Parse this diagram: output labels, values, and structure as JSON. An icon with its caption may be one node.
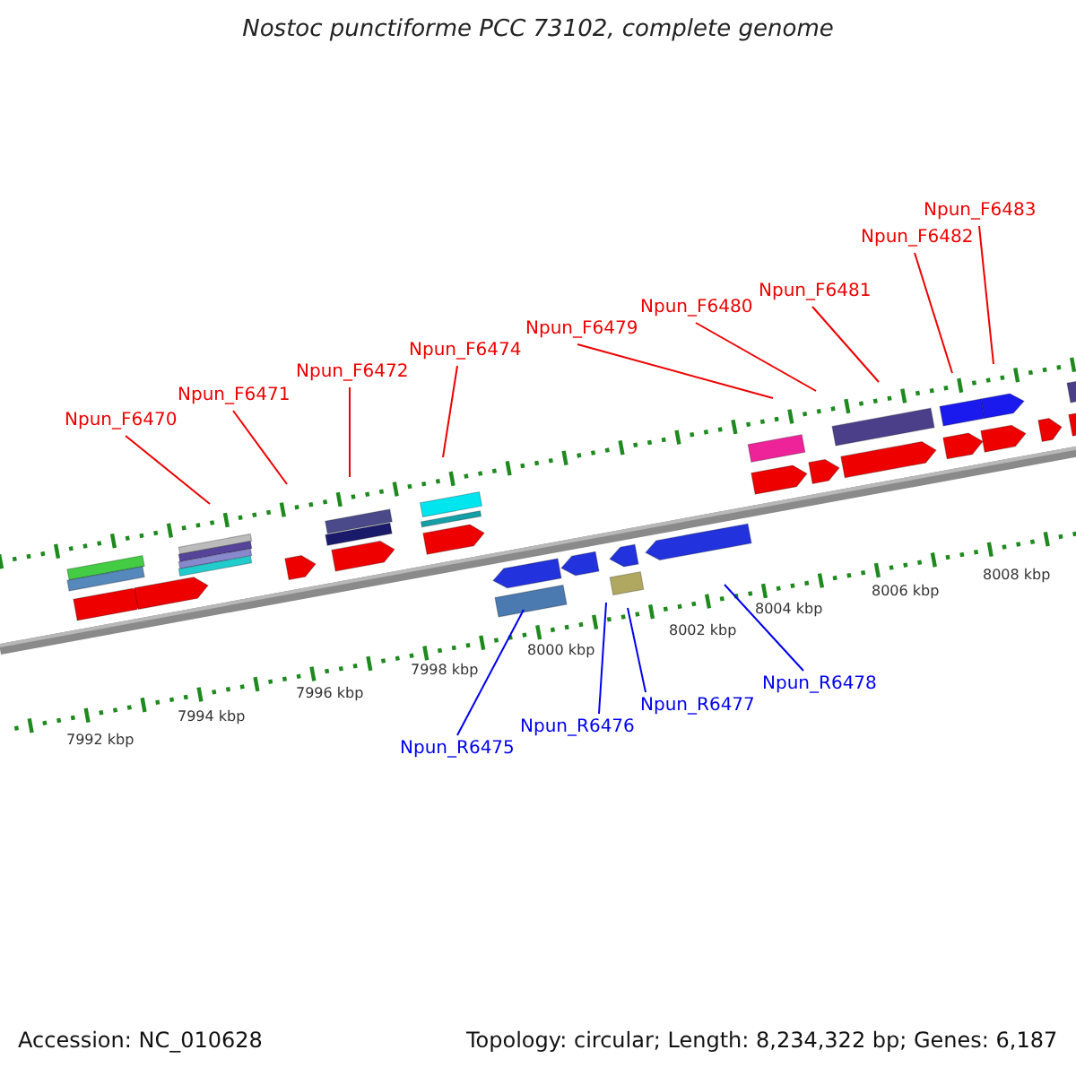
{
  "diagram": {
    "title": "Nostoc punctiforme PCC 73102, complete genome",
    "nodes": [
      {
        "text": [
          "Npun_F6470"
        ]
      },
      {
        "text": [
          "Npun_F6471"
        ]
      },
      {
        "text": [
          "Npun_F6472"
        ]
      },
      {
        "text": [
          "Npun_F6474"
        ]
      },
      {
        "text": [
          "Npun_F6479"
        ]
      },
      {
        "text": [
          "Npun_F6480"
        ]
      },
      {
        "text": [
          "Npun_F6481"
        ]
      },
      {
        "text": [
          "Npun_F6482"
        ]
      },
      {
        "text": [
          "Npun_F6483"
        ]
      },
      {
        "text": [
          "Npun_R6475"
        ]
      },
      {
        "text": [
          "Npun_R6476"
        ]
      },
      {
        "text": [
          "Npun_R6477"
        ]
      },
      {
        "text": [
          "Npun_R6478"
        ]
      }
    ],
    "edges": [
      {
        "from": 0,
        "to": null,
        "arrow": "none"
      },
      {
        "from": 1,
        "to": null,
        "arrow": "none"
      },
      {
        "from": 2,
        "to": null,
        "arrow": "none"
      },
      {
        "from": 3,
        "to": null,
        "arrow": "none"
      },
      {
        "from": 4,
        "to": null,
        "arrow": "none"
      },
      {
        "from": 5,
        "to": null,
        "arrow": "none"
      },
      {
        "from": 6,
        "to": null,
        "arrow": "none"
      },
      {
        "from": 7,
        "to": null,
        "arrow": "none"
      },
      {
        "from": 8,
        "to": null,
        "arrow": "none"
      },
      {
        "from": 9,
        "to": null,
        "arrow": "none",
        "color": "#0000ee"
      },
      {
        "from": 10,
        "to": null,
        "arrow": "none",
        "color": "#0000ee"
      },
      {
        "from": 11,
        "to": null,
        "arrow": "none",
        "color": "#0000ee"
      },
      {
        "from": 12,
        "to": null,
        "arrow": "none",
        "color": "#0000ee"
      }
    ],
    "labels": [
      "7992 kbp",
      "7994 kbp",
      "7996 kbp",
      "7998 kbp",
      "8000 kbp",
      "8002 kbp",
      "8004 kbp",
      "8006 kbp",
      "8008 kbp",
      "Accession: NC_010628",
      "Topology: circular; Length: 8,234,322 bp; Genes: 6,187"
    ]
  }
}
